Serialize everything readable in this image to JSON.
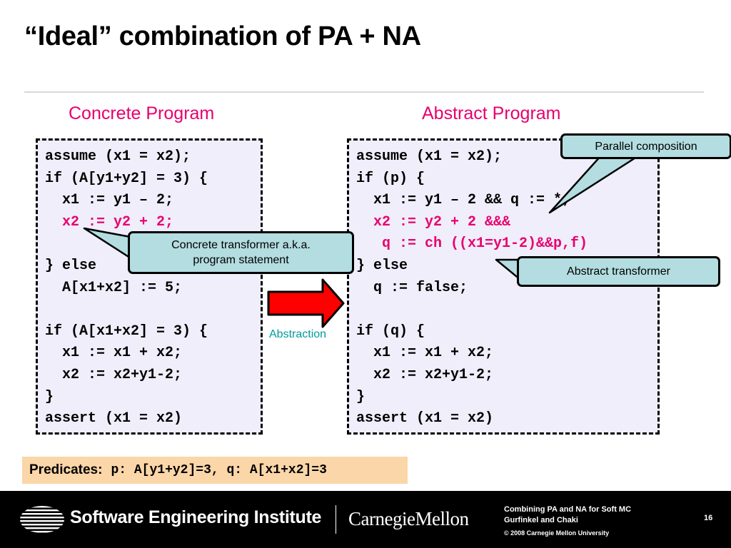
{
  "slide": {
    "title": "“Ideal” combination of PA + NA",
    "page_number": "16"
  },
  "concrete": {
    "heading": "Concrete Program",
    "code_lines": [
      {
        "text": "assume (x1 = x2);",
        "highlight": false
      },
      {
        "text": "if (A[y1+y2] = 3) {",
        "highlight": false
      },
      {
        "text": "  x1 := y1 – 2;",
        "highlight": false
      },
      {
        "text": "  x2 := y2 + 2;",
        "highlight": true
      },
      {
        "text": "",
        "highlight": false
      },
      {
        "text": "} else",
        "highlight": false
      },
      {
        "text": "  A[x1+x2] := 5;",
        "highlight": false
      },
      {
        "text": "",
        "highlight": false
      },
      {
        "text": "if (A[x1+x2] = 3) {",
        "highlight": false
      },
      {
        "text": "  x1 := x1 + x2;",
        "highlight": false
      },
      {
        "text": "  x2 := x2+y1-2;",
        "highlight": false
      },
      {
        "text": "}",
        "highlight": false
      },
      {
        "text": "assert (x1 = x2)",
        "highlight": false
      }
    ]
  },
  "abstract": {
    "heading": "Abstract Program",
    "code_lines": [
      {
        "text": "assume (x1 = x2);",
        "highlight": false
      },
      {
        "text": "if (p) {",
        "highlight": false
      },
      {
        "text": "  x1 := y1 – 2 && q := *;",
        "highlight": false
      },
      {
        "text": "  x2 := y2 + 2 &&&",
        "highlight": true
      },
      {
        "text": "   q := ch ((x1=y1-2)&&p,f)",
        "highlight": true
      },
      {
        "text": "} else",
        "highlight": false
      },
      {
        "text": "  q := false;",
        "highlight": false
      },
      {
        "text": "",
        "highlight": false
      },
      {
        "text": "if (q) {",
        "highlight": false
      },
      {
        "text": "  x1 := x1 + x2;",
        "highlight": false
      },
      {
        "text": "  x2 := x2+y1-2;",
        "highlight": false
      },
      {
        "text": "}",
        "highlight": false
      },
      {
        "text": "assert (x1 = x2)",
        "highlight": false
      }
    ]
  },
  "callouts": {
    "concrete_transformer": "Concrete transformer a.k.a. program statement",
    "parallel_composition": "Parallel composition",
    "abstract_transformer": "Abstract transformer"
  },
  "arrow": {
    "label": "Abstraction"
  },
  "predicates": {
    "label": "Predicates:",
    "value": "p: A[y1+y2]=3, q: A[x1+x2]=3"
  },
  "footer": {
    "institute": "Software Engineering Institute",
    "university": "CarnegieMellon",
    "lines": [
      "Combining PA and NA for Soft MC",
      "Gurfinkel and Chaki",
      "© 2008 Carnegie Mellon University"
    ]
  },
  "colors": {
    "accent": "#e8006e",
    "callout_fill": "#b3dde0",
    "code_background": "#efeefa",
    "arrow_fill": "#ff0000",
    "abstraction_label": "#009a9a",
    "predicates_background": "#fbd6a8"
  }
}
